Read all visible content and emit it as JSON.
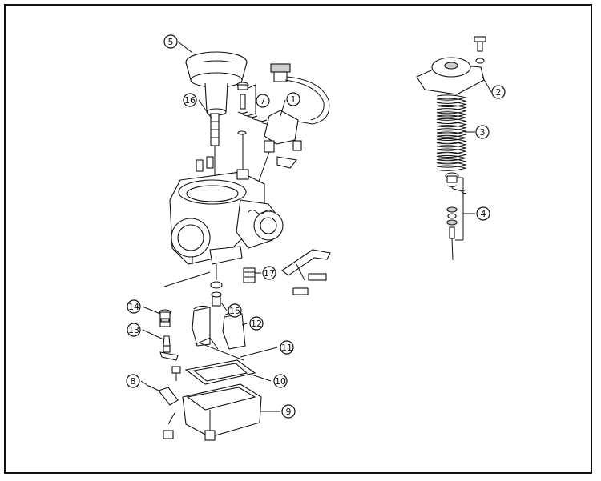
{
  "diagram": {
    "callouts": [
      {
        "id": "c1",
        "label": "1"
      },
      {
        "id": "c2",
        "label": "2"
      },
      {
        "id": "c3",
        "label": "3"
      },
      {
        "id": "c4",
        "label": "4"
      },
      {
        "id": "c5",
        "label": "5"
      },
      {
        "id": "c7",
        "label": "7"
      },
      {
        "id": "c8",
        "label": "8"
      },
      {
        "id": "c9",
        "label": "9"
      },
      {
        "id": "c10",
        "label": "10"
      },
      {
        "id": "c11",
        "label": "11"
      },
      {
        "id": "c12",
        "label": "12"
      },
      {
        "id": "c13",
        "label": "13"
      },
      {
        "id": "c14",
        "label": "14"
      },
      {
        "id": "c15",
        "label": "15"
      },
      {
        "id": "c16",
        "label": "16"
      },
      {
        "id": "c17",
        "label": "17"
      }
    ]
  }
}
